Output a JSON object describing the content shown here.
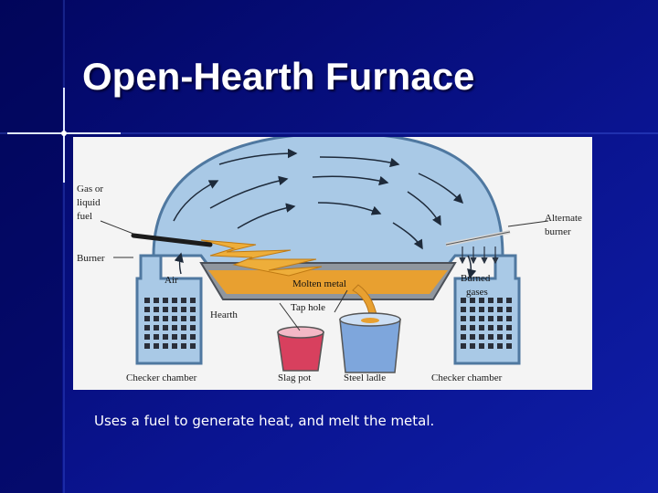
{
  "slide": {
    "title": "Open-Hearth Furnace",
    "caption": "Uses a fuel to generate heat, and melt the metal."
  },
  "diagram": {
    "labels": {
      "fuel_line1": "Gas or",
      "fuel_line2": "liquid",
      "fuel_line3": "fuel",
      "burner": "Burner",
      "air": "Air",
      "molten_metal": "Molten metal",
      "tap_hole": "Tap hole",
      "hearth": "Hearth",
      "alternate_line1": "Alternate",
      "alternate_line2": "burner",
      "burned_line1": "Burned",
      "burned_line2": "gases",
      "checker_left": "Checker chamber",
      "slag_pot": "Slag pot",
      "steel_ladle": "Steel ladle",
      "checker_right": "Checker chamber"
    }
  },
  "colors": {
    "slide_background": "#050a78",
    "dome": "#a9c9e6",
    "molten_metal": "#e8a030",
    "slag_pot": "#d8405e",
    "steel_ladle": "#7ea6dc"
  }
}
